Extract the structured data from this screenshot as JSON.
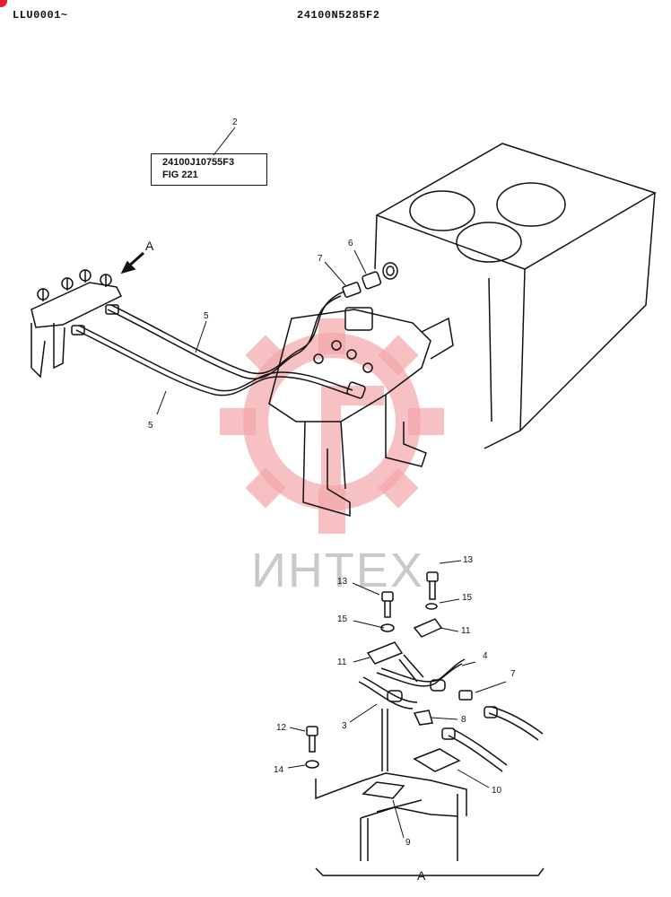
{
  "header": {
    "left_code": "LLU0001~",
    "right_code": "24100N5285F2"
  },
  "reference_box": {
    "line1": "24100J10755F3",
    "line2": "FIG 221"
  },
  "callouts": {
    "c2": "2",
    "c7a": "7",
    "c6": "6",
    "c5a": "5",
    "c5b": "5",
    "c13a": "13",
    "c13b": "13",
    "c15a": "15",
    "c15b": "15",
    "c11a": "11",
    "c11b": "11",
    "c4": "4",
    "c7b": "7",
    "c3": "3",
    "c8": "8",
    "c12": "12",
    "c14": "14",
    "c10": "10",
    "c9": "9"
  },
  "view_labels": {
    "arrow_label": "A",
    "detail_label": "A"
  },
  "watermark": {
    "text": "ИНТЕХ",
    "color": "#f2a0a4"
  }
}
